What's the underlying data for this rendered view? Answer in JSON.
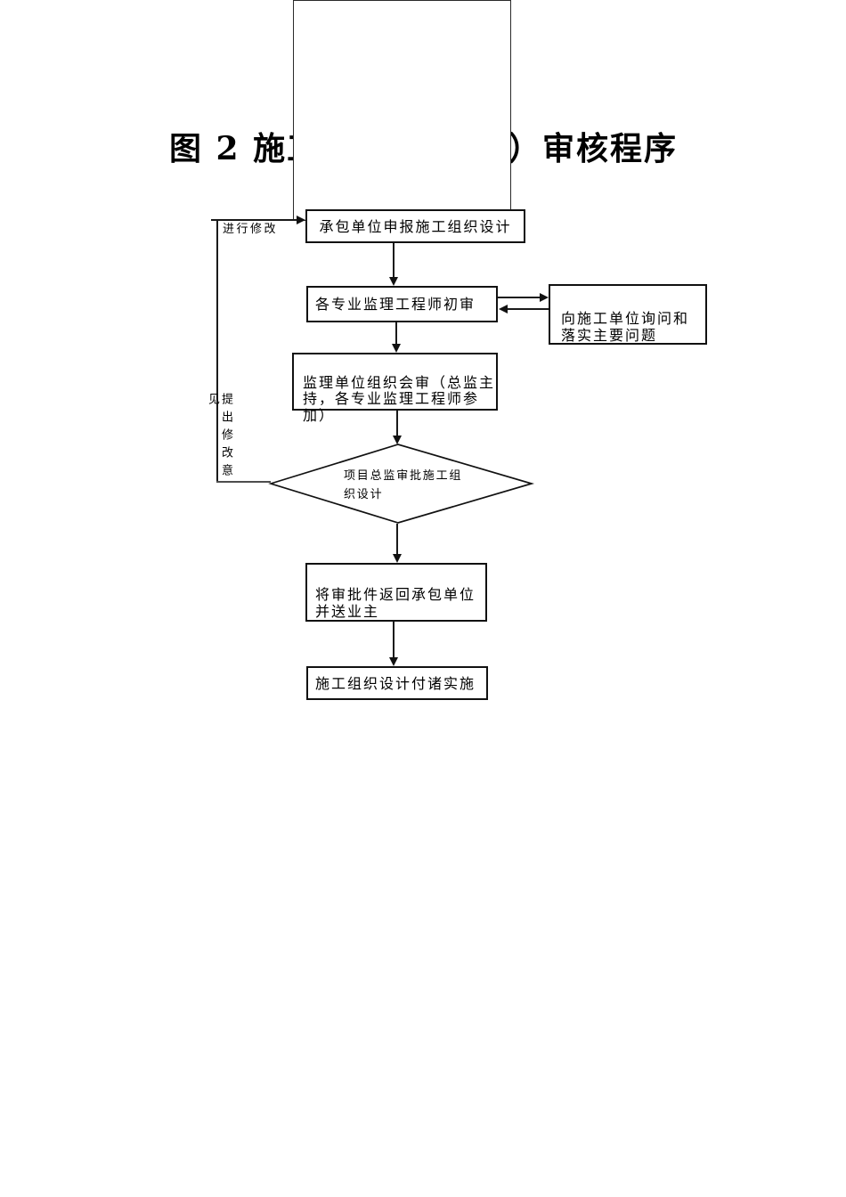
{
  "title": {
    "left_fragment": "图 2 施工",
    "right_fragment": "）审核程序"
  },
  "flow": {
    "box1": "承包单位申报施工组织设计",
    "box2": "各专业监理工程师初审",
    "box_side": "向施工单位询问和\n落实主要问题",
    "box3": "监理单位组织会审（总监主\n持，各专业监理工程师参\n加）",
    "diamond": "项目总监审批施工组\n织设计",
    "box4": "将审批件返回承包单位\n并送业主",
    "box5": "施工组织设计付诸实施",
    "label_revise": "进行修改",
    "label_feedback": "提出修改意见"
  },
  "colors": {
    "background": "#ffffff",
    "line": "#1a1a1a",
    "feedback_line": "#4d4d4d",
    "box_border": "#111111",
    "text": "#000000"
  }
}
